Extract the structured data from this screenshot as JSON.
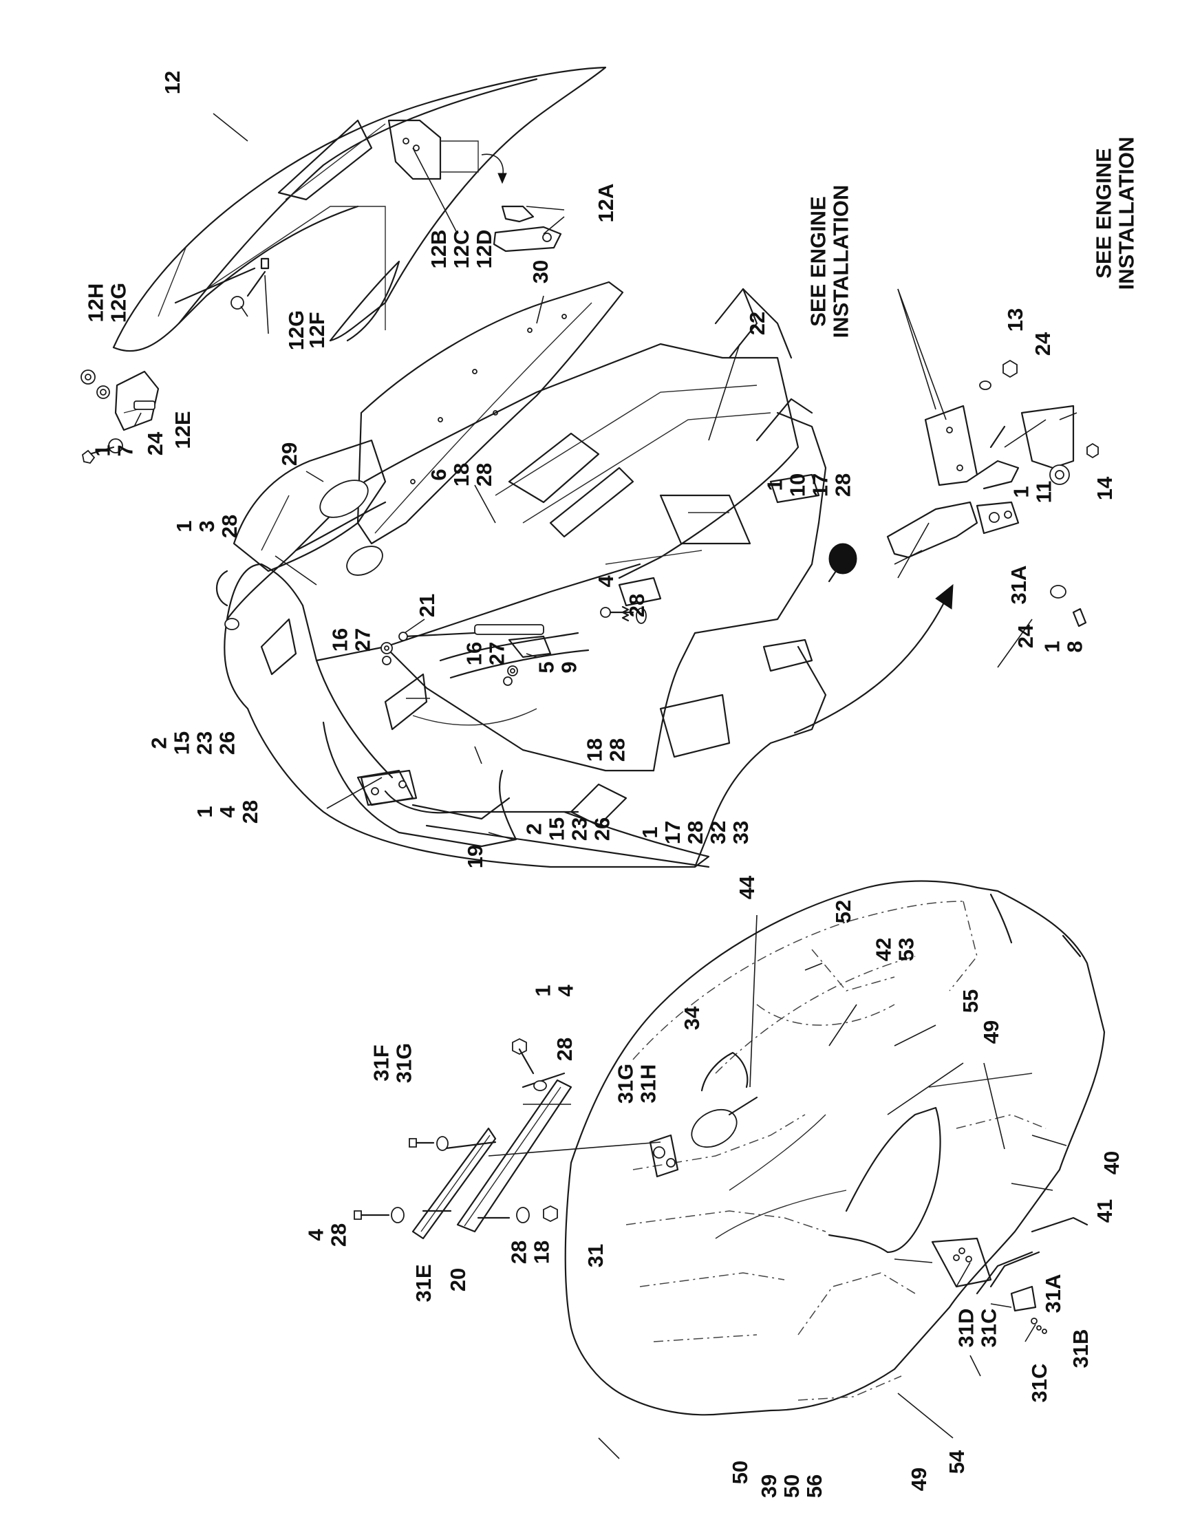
{
  "callouts": [
    {
      "id": "c01",
      "lines": [
        "12"
      ]
    },
    {
      "id": "c02",
      "lines": [
        "12A"
      ]
    },
    {
      "id": "c03",
      "lines": [
        "12B",
        "12C",
        "12D"
      ]
    },
    {
      "id": "c04",
      "lines": [
        "12H",
        "12G"
      ]
    },
    {
      "id": "c05",
      "lines": [
        "12G"
      ]
    },
    {
      "id": "c06",
      "lines": [
        "12F"
      ]
    },
    {
      "id": "c07",
      "lines": [
        "1",
        "7"
      ]
    },
    {
      "id": "c08",
      "lines": [
        "24"
      ]
    },
    {
      "id": "c09",
      "lines": [
        "12E"
      ]
    },
    {
      "id": "c10",
      "lines": [
        "30"
      ]
    },
    {
      "id": "c11",
      "lines": [
        "22"
      ]
    },
    {
      "id": "c12",
      "lines": [
        "29"
      ]
    },
    {
      "id": "c13",
      "lines": [
        "6",
        "18",
        "28"
      ]
    },
    {
      "id": "c14",
      "lines": [
        "1",
        "3",
        "28"
      ]
    },
    {
      "id": "c15",
      "lines": [
        "21"
      ]
    },
    {
      "id": "c16",
      "lines": [
        "16",
        "27"
      ]
    },
    {
      "id": "c17",
      "lines": [
        "16",
        "27"
      ]
    },
    {
      "id": "c18",
      "lines": [
        "4"
      ]
    },
    {
      "id": "c19",
      "lines": [
        "28"
      ]
    },
    {
      "id": "c20",
      "lines": [
        "5",
        "9"
      ]
    },
    {
      "id": "c21",
      "lines": [
        "2",
        "15",
        "23",
        "26"
      ]
    },
    {
      "id": "c22",
      "lines": [
        "18",
        "28"
      ]
    },
    {
      "id": "c23",
      "lines": [
        "1",
        "4",
        "28"
      ]
    },
    {
      "id": "c24",
      "lines": [
        "19"
      ]
    },
    {
      "id": "c25",
      "lines": [
        "2",
        "15",
        "23",
        "26"
      ]
    },
    {
      "id": "c26",
      "lines": [
        "1",
        "17",
        "28",
        "32",
        "33"
      ]
    },
    {
      "id": "c27",
      "lines": [
        "1",
        "10",
        "17",
        "28"
      ]
    },
    {
      "id": "c28",
      "lines": [
        "13"
      ]
    },
    {
      "id": "c29",
      "lines": [
        "24"
      ]
    },
    {
      "id": "c30",
      "lines": [
        "1",
        "11"
      ]
    },
    {
      "id": "c31",
      "lines": [
        "14"
      ]
    },
    {
      "id": "c32",
      "lines": [
        "31A"
      ]
    },
    {
      "id": "c33",
      "lines": [
        "24"
      ]
    },
    {
      "id": "c34",
      "lines": [
        "1",
        "8"
      ]
    },
    {
      "id": "c35",
      "lines": [
        "44"
      ]
    },
    {
      "id": "c36",
      "lines": [
        "52"
      ]
    },
    {
      "id": "c37",
      "lines": [
        "42",
        "53"
      ]
    },
    {
      "id": "c38",
      "lines": [
        "55"
      ]
    },
    {
      "id": "c39",
      "lines": [
        "49"
      ]
    },
    {
      "id": "c40",
      "lines": [
        "40"
      ]
    },
    {
      "id": "c41",
      "lines": [
        "41"
      ]
    },
    {
      "id": "c42",
      "lines": [
        "1",
        "4"
      ]
    },
    {
      "id": "c43",
      "lines": [
        "28"
      ]
    },
    {
      "id": "c44",
      "lines": [
        "34"
      ]
    },
    {
      "id": "c45",
      "lines": [
        "31F",
        "31G"
      ]
    },
    {
      "id": "c46",
      "lines": [
        "31G",
        "31H"
      ]
    },
    {
      "id": "c47",
      "lines": [
        "4",
        "28"
      ]
    },
    {
      "id": "c48",
      "lines": [
        "31E"
      ]
    },
    {
      "id": "c49",
      "lines": [
        "20"
      ]
    },
    {
      "id": "c50",
      "lines": [
        "28",
        "18"
      ]
    },
    {
      "id": "c51",
      "lines": [
        "31"
      ]
    },
    {
      "id": "c52",
      "lines": [
        "50"
      ]
    },
    {
      "id": "c53",
      "lines": [
        "39",
        "50",
        "56"
      ]
    },
    {
      "id": "c54",
      "lines": [
        "49"
      ]
    },
    {
      "id": "c55",
      "lines": [
        "54"
      ]
    },
    {
      "id": "c56",
      "lines": [
        "31D",
        "31C"
      ]
    },
    {
      "id": "c57",
      "lines": [
        "31A"
      ]
    },
    {
      "id": "c58",
      "lines": [
        "31B"
      ]
    },
    {
      "id": "c59",
      "lines": [
        "31C"
      ]
    }
  ],
  "notes": [
    {
      "id": "n1",
      "lines": [
        "SEE ENGINE",
        "INSTALLATION"
      ]
    },
    {
      "id": "n2",
      "lines": [
        "SEE ENGINE",
        "INSTALLATION"
      ]
    }
  ]
}
